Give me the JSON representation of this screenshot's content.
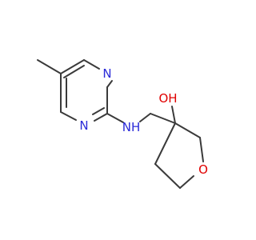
{
  "colors": {
    "bond": "#3a3a3a",
    "nitrogen": "#2a2ad8",
    "oxygen": "#e00000"
  },
  "labels": {
    "n_top": "N",
    "n_bottom": "N",
    "nh": "NH",
    "oh": "OH",
    "o_ring": "O"
  }
}
